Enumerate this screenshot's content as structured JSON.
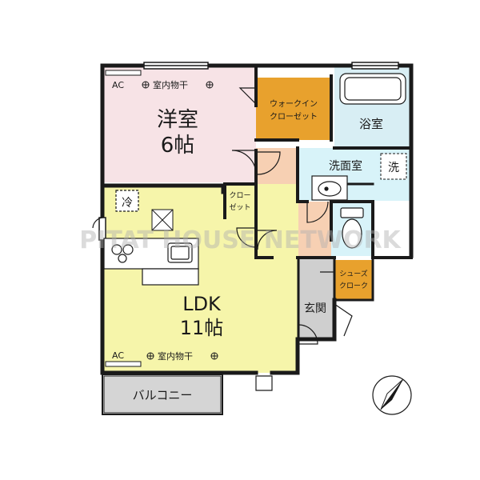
{
  "rooms": {
    "western_room": {
      "name": "洋室",
      "size": "6帖",
      "ac": "AC",
      "indoor_drying": "室内物干"
    },
    "walk_in_closet": {
      "line1": "ウォークイン",
      "line2": "クローゼット"
    },
    "bathroom": {
      "name": "浴室"
    },
    "washroom": {
      "name": "洗面室",
      "washer": "洗"
    },
    "closet": {
      "line1": "クロー",
      "line2": "ゼット"
    },
    "ldk": {
      "name": "LDK",
      "size": "11帖",
      "ac": "AC",
      "indoor_drying": "室内物干"
    },
    "refrigerator": {
      "label": "冷"
    },
    "shoe_cloak": {
      "line1": "シューズ",
      "line2": "クローク"
    },
    "entrance": {
      "name": "玄関"
    },
    "balcony": {
      "name": "バルコニー"
    }
  },
  "watermark": "PITAT HOUSE NETWORK",
  "colors": {
    "western_room": "#f7e3e6",
    "closet": "#e8a12d",
    "bathroom": "#d8eef4",
    "washroom": "#d8f3f9",
    "hallway": "#f7d0b3",
    "ldk": "#f6f5aa",
    "entrance": "#cfcfcf",
    "balcony": "#d5d5d5",
    "wall": "#1a1a1a"
  }
}
